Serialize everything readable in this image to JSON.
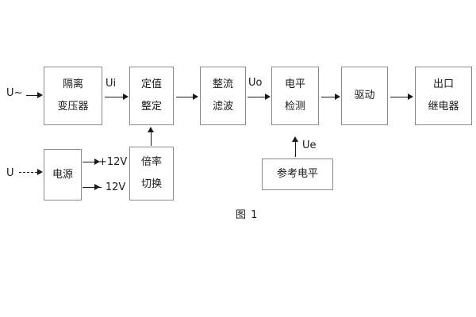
{
  "figure": {
    "caption": "图 1",
    "background_color": "#ffffff",
    "line_color": "#8a8a8a",
    "text_color": "#1a1a1a"
  },
  "blocks": [
    {
      "id": "isolation-transformer",
      "lines": [
        "隔离",
        "变压器"
      ]
    },
    {
      "id": "setting-value",
      "lines": [
        "定值",
        "整定"
      ]
    },
    {
      "id": "rectify-filter",
      "lines": [
        "整流",
        "滤波"
      ]
    },
    {
      "id": "level-detection",
      "lines": [
        "电平",
        "检测"
      ]
    },
    {
      "id": "drive",
      "lines": [
        "驱动"
      ]
    },
    {
      "id": "output-relay",
      "lines": [
        "出口",
        "继电器"
      ]
    },
    {
      "id": "power-supply",
      "lines": [
        "电源"
      ]
    },
    {
      "id": "ratio-switch",
      "lines": [
        "倍率",
        "切换"
      ]
    },
    {
      "id": "reference-level",
      "lines": [
        "参考电平"
      ]
    }
  ],
  "labels": {
    "ac_input": "U~",
    "dc_input": "U",
    "ui": "Ui",
    "uo": "Uo",
    "ue": "Ue",
    "plus_12v": "+12V",
    "minus_12v": "- 12V"
  }
}
